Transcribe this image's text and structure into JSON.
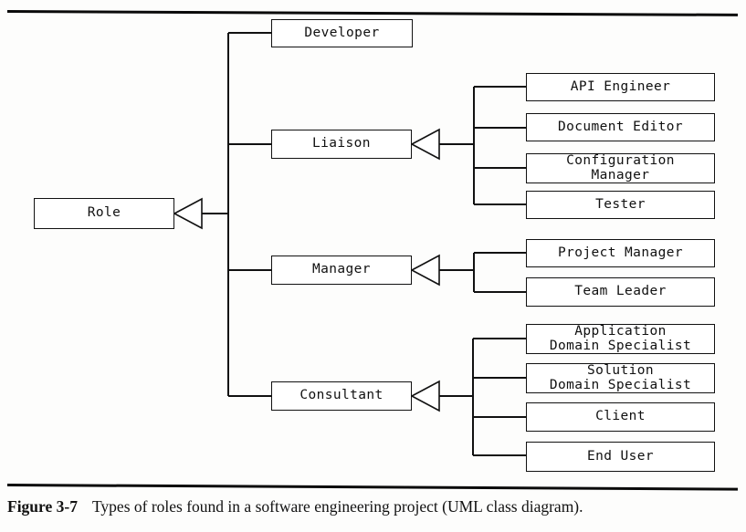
{
  "figure": {
    "number": "Figure 3-7",
    "caption": "Types of roles found in a software engineering project (UML class diagram)."
  },
  "diagram": {
    "type": "uml-class-diagram",
    "notation": "generalization",
    "root": {
      "id": "role",
      "label": "Role"
    },
    "classes": [
      {
        "id": "role",
        "label": "Role",
        "level": 0,
        "parent": null
      },
      {
        "id": "developer",
        "label": "Developer",
        "level": 1,
        "parent": "role"
      },
      {
        "id": "liaison",
        "label": "Liaison",
        "level": 1,
        "parent": "role"
      },
      {
        "id": "manager",
        "label": "Manager",
        "level": 1,
        "parent": "role"
      },
      {
        "id": "consultant",
        "label": "Consultant",
        "level": 1,
        "parent": "role"
      },
      {
        "id": "api-engineer",
        "label": "API Engineer",
        "level": 2,
        "parent": "liaison"
      },
      {
        "id": "document-editor",
        "label": "Document Editor",
        "level": 2,
        "parent": "liaison"
      },
      {
        "id": "configuration-manager",
        "label": "Configuration\nManager",
        "level": 2,
        "parent": "liaison"
      },
      {
        "id": "tester",
        "label": "Tester",
        "level": 2,
        "parent": "liaison"
      },
      {
        "id": "project-manager",
        "label": "Project Manager",
        "level": 2,
        "parent": "manager"
      },
      {
        "id": "team-leader",
        "label": "Team Leader",
        "level": 2,
        "parent": "manager"
      },
      {
        "id": "application-domain-specialist",
        "label": "Application\nDomain Specialist",
        "level": 2,
        "parent": "consultant"
      },
      {
        "id": "solution-domain-specialist",
        "label": "Solution\nDomain Specialist",
        "level": 2,
        "parent": "consultant"
      },
      {
        "id": "client",
        "label": "Client",
        "level": 2,
        "parent": "consultant"
      },
      {
        "id": "end-user",
        "label": "End User",
        "level": 2,
        "parent": "consultant"
      }
    ],
    "colors": {
      "line": "#111111",
      "box_fill": "#ffffff",
      "box_border": "#111111",
      "text": "#101010",
      "page_background": "#fdfdfc"
    }
  }
}
